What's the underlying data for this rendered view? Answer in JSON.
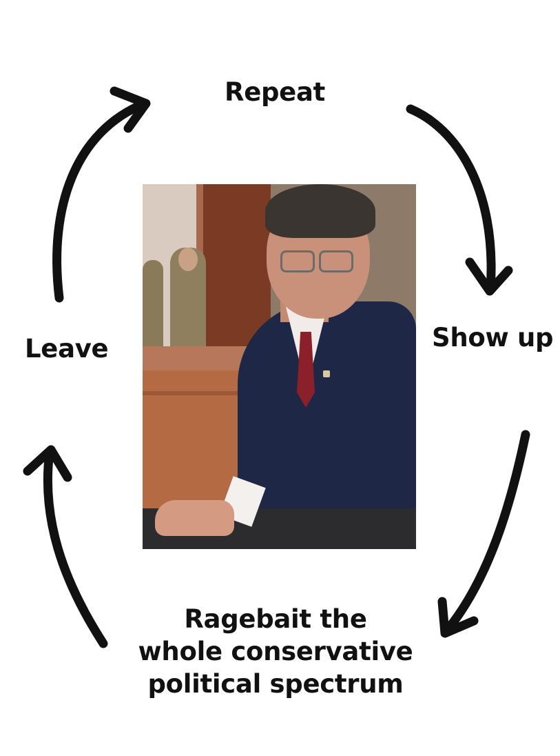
{
  "cycle": {
    "top": "Repeat",
    "right": "Show up",
    "bottom": [
      "Ragebait the",
      "whole conservative",
      "political spectrum"
    ],
    "left": "Leave"
  },
  "icons": {
    "arrows": [
      "arrow-top-right-curve-icon",
      "arrow-bottom-right-curve-icon",
      "arrow-bottom-left-curve-icon",
      "arrow-top-left-curve-icon"
    ]
  },
  "colors": {
    "background": "#ffffff",
    "ink": "#111111"
  }
}
